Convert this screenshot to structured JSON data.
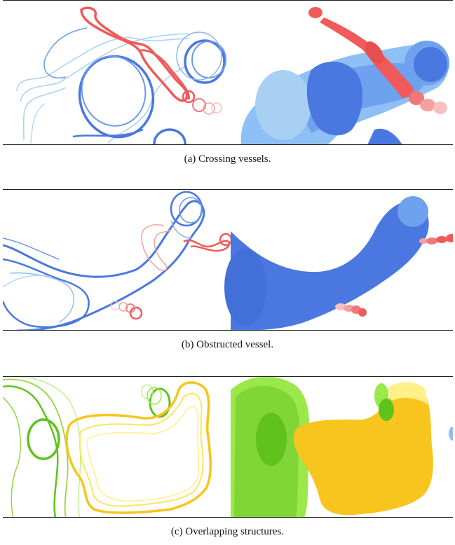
{
  "figure": {
    "subfigures": [
      {
        "id": "a",
        "caption": "(a)  Crossing vessels."
      },
      {
        "id": "b",
        "caption": "(b)  Obstructed vessel."
      },
      {
        "id": "c",
        "caption": "(c)  Overlapping structures."
      }
    ]
  },
  "colors": {
    "vessel_blue": "#4a78e0",
    "vessel_light_blue": "#8fc0f5",
    "vessel_red": "#f05a5a",
    "vessel_light_red": "#f5a0a0",
    "structure_green": "#5fc31c",
    "structure_light_green": "#9be84a",
    "structure_yellow": "#f7c51d",
    "structure_light_yellow": "#fff08a"
  }
}
